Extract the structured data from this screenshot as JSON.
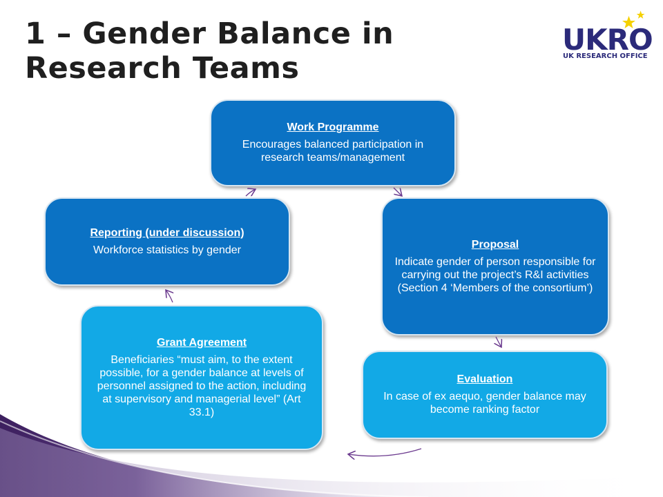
{
  "slide": {
    "title": "1 – Gender Balance in Research Teams"
  },
  "logo": {
    "name": "UKRO",
    "subtitle": "UK RESEARCH OFFICE",
    "color": "#2b2a7a",
    "star_color": "#f5d100"
  },
  "nodes": [
    {
      "id": "work-programme",
      "heading": "Work Programme",
      "text": "Encourages balanced participation in research teams/management",
      "color": "#0b72c4"
    },
    {
      "id": "proposal",
      "heading": "Proposal",
      "text": "Indicate gender of person responsible for carrying out the project’s R&I activities (Section 4 ‘Members of the consortium’)",
      "color": "#0b72c4"
    },
    {
      "id": "evaluation",
      "heading": "Evaluation",
      "text": "In case of ex aequo, gender balance may become ranking factor",
      "color": "#12a9e6"
    },
    {
      "id": "grant-agreement",
      "heading": "Grant Agreement",
      "text": "Beneficiaries “must aim, to the extent possible, for a gender balance at levels of personnel assigned to the action, including at supervisory and managerial level” (Art 33.1)",
      "color": "#12a9e6"
    },
    {
      "id": "reporting",
      "heading": "Reporting (under discussion)",
      "text": "Workforce statistics by gender",
      "color": "#0b72c4"
    }
  ],
  "edges": [
    {
      "from": "work-programme",
      "to": "proposal"
    },
    {
      "from": "proposal",
      "to": "evaluation"
    },
    {
      "from": "evaluation",
      "to": "grant-agreement"
    },
    {
      "from": "grant-agreement",
      "to": "reporting"
    },
    {
      "from": "reporting",
      "to": "work-programme"
    }
  ],
  "colors": {
    "arrow": "#6b3a8e",
    "swoosh_dark": "#3c1f5e",
    "swoosh_light": "#b9a6cc"
  }
}
